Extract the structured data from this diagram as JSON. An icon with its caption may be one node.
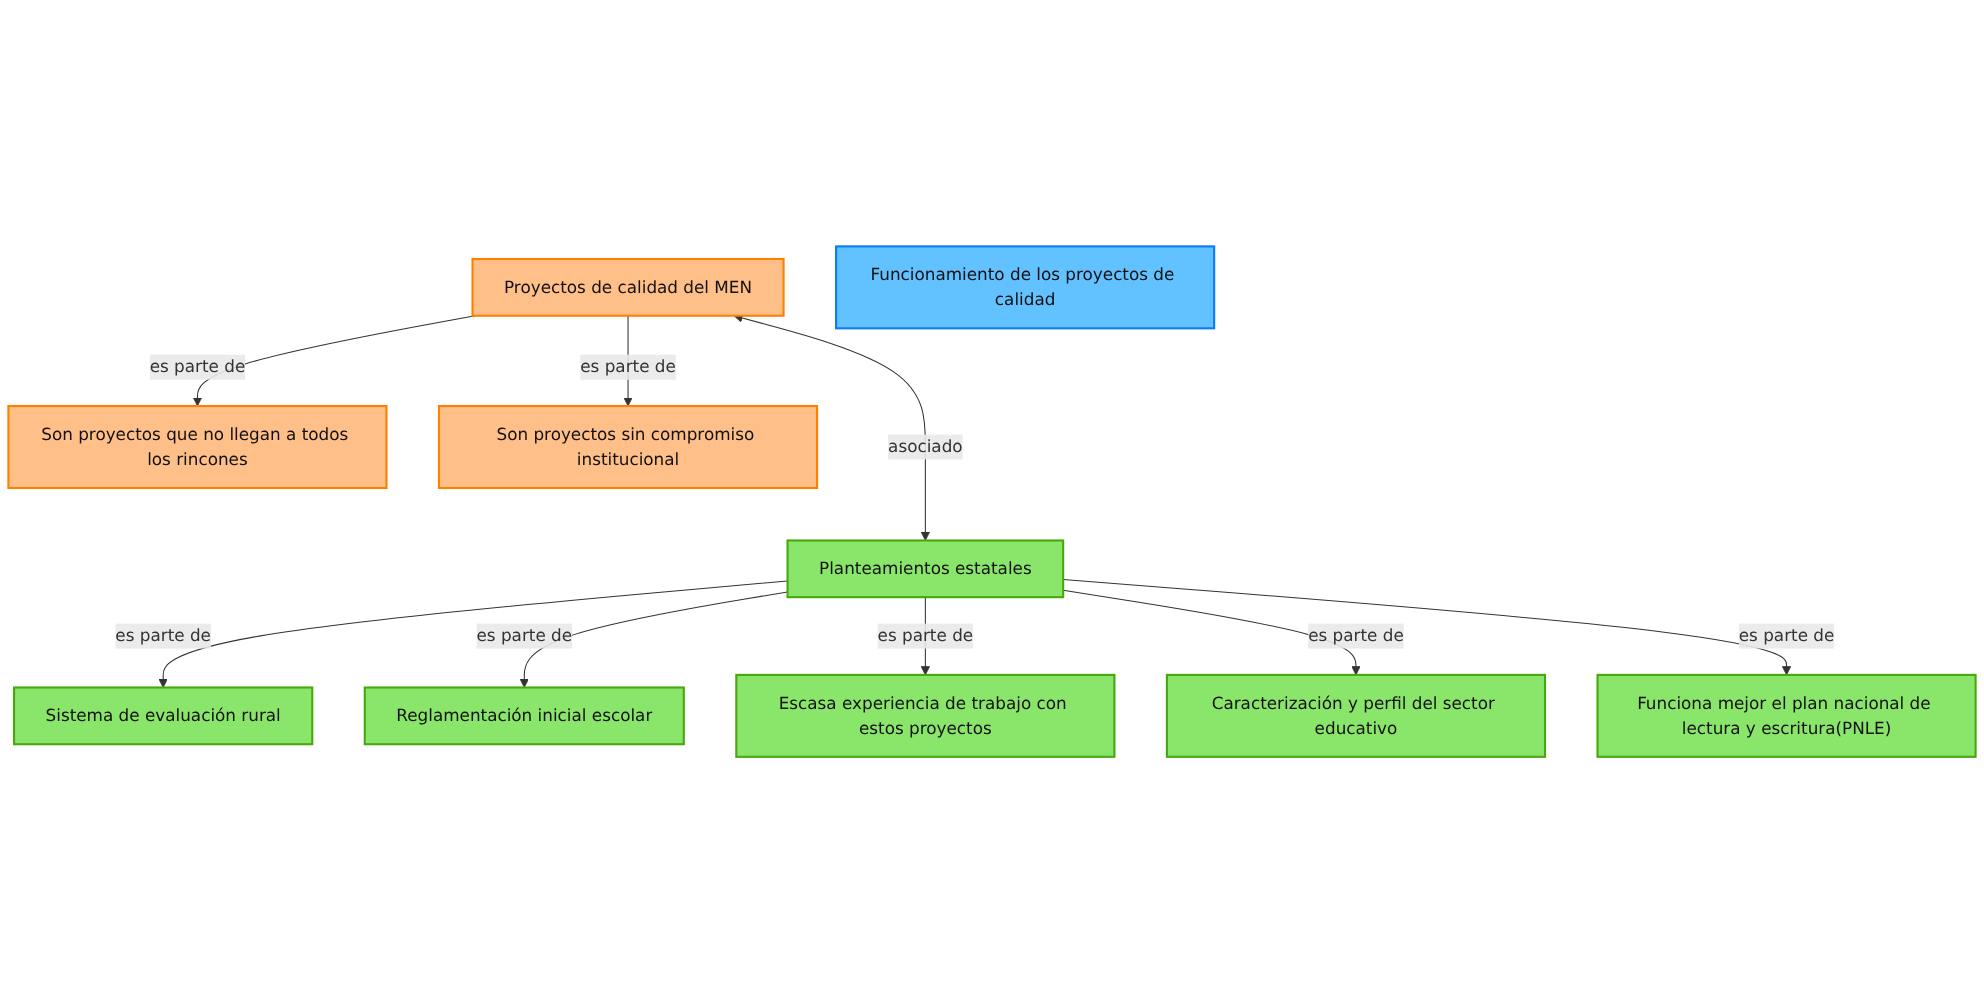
{
  "diagram": {
    "nodes": [
      {
        "text": [
          "Son proyectos que no llegan a todos los rincones"
        ]
      },
      {
        "text": [
          "Son proyectos sin compromiso institucional"
        ]
      },
      {
        "text": [
          "Proyectos de calidad del MEN"
        ]
      },
      {
        "text": [
          "Sistema de evaluación rural"
        ]
      },
      {
        "text": [
          "Planteamientos estatales"
        ]
      },
      {
        "text": [
          "Reglamentación inicial escolar"
        ]
      },
      {
        "text": [
          "Escasa experiencia de trabajo con estos proyectos"
        ]
      },
      {
        "text": [
          "Funciona mejor el plan nacional de lectura y escritura(PNLE)"
        ]
      },
      {
        "text": [
          "Caracterización y perfil del sector educativo"
        ]
      },
      {
        "text": [
          "Funcionamiento de los proyectos de calidad"
        ]
      }
    ],
    "edges": [
      {
        "from": 2,
        "to": 0,
        "arrow": "to",
        "label": "es parte de"
      },
      {
        "from": 2,
        "to": 1,
        "arrow": "to",
        "label": "es parte de"
      },
      {
        "from": 2,
        "to": 4,
        "arrow": "both",
        "label": "asociado"
      },
      {
        "from": 4,
        "to": 3,
        "arrow": "to",
        "label": "es parte de"
      },
      {
        "from": 4,
        "to": 5,
        "arrow": "to",
        "label": "es parte de"
      },
      {
        "from": 4,
        "to": 6,
        "arrow": "to",
        "label": "es parte de"
      },
      {
        "from": 4,
        "to": 8,
        "arrow": "to",
        "label": "es parte de"
      },
      {
        "from": 4,
        "to": 7,
        "arrow": "to",
        "label": "es parte de"
      }
    ]
  }
}
